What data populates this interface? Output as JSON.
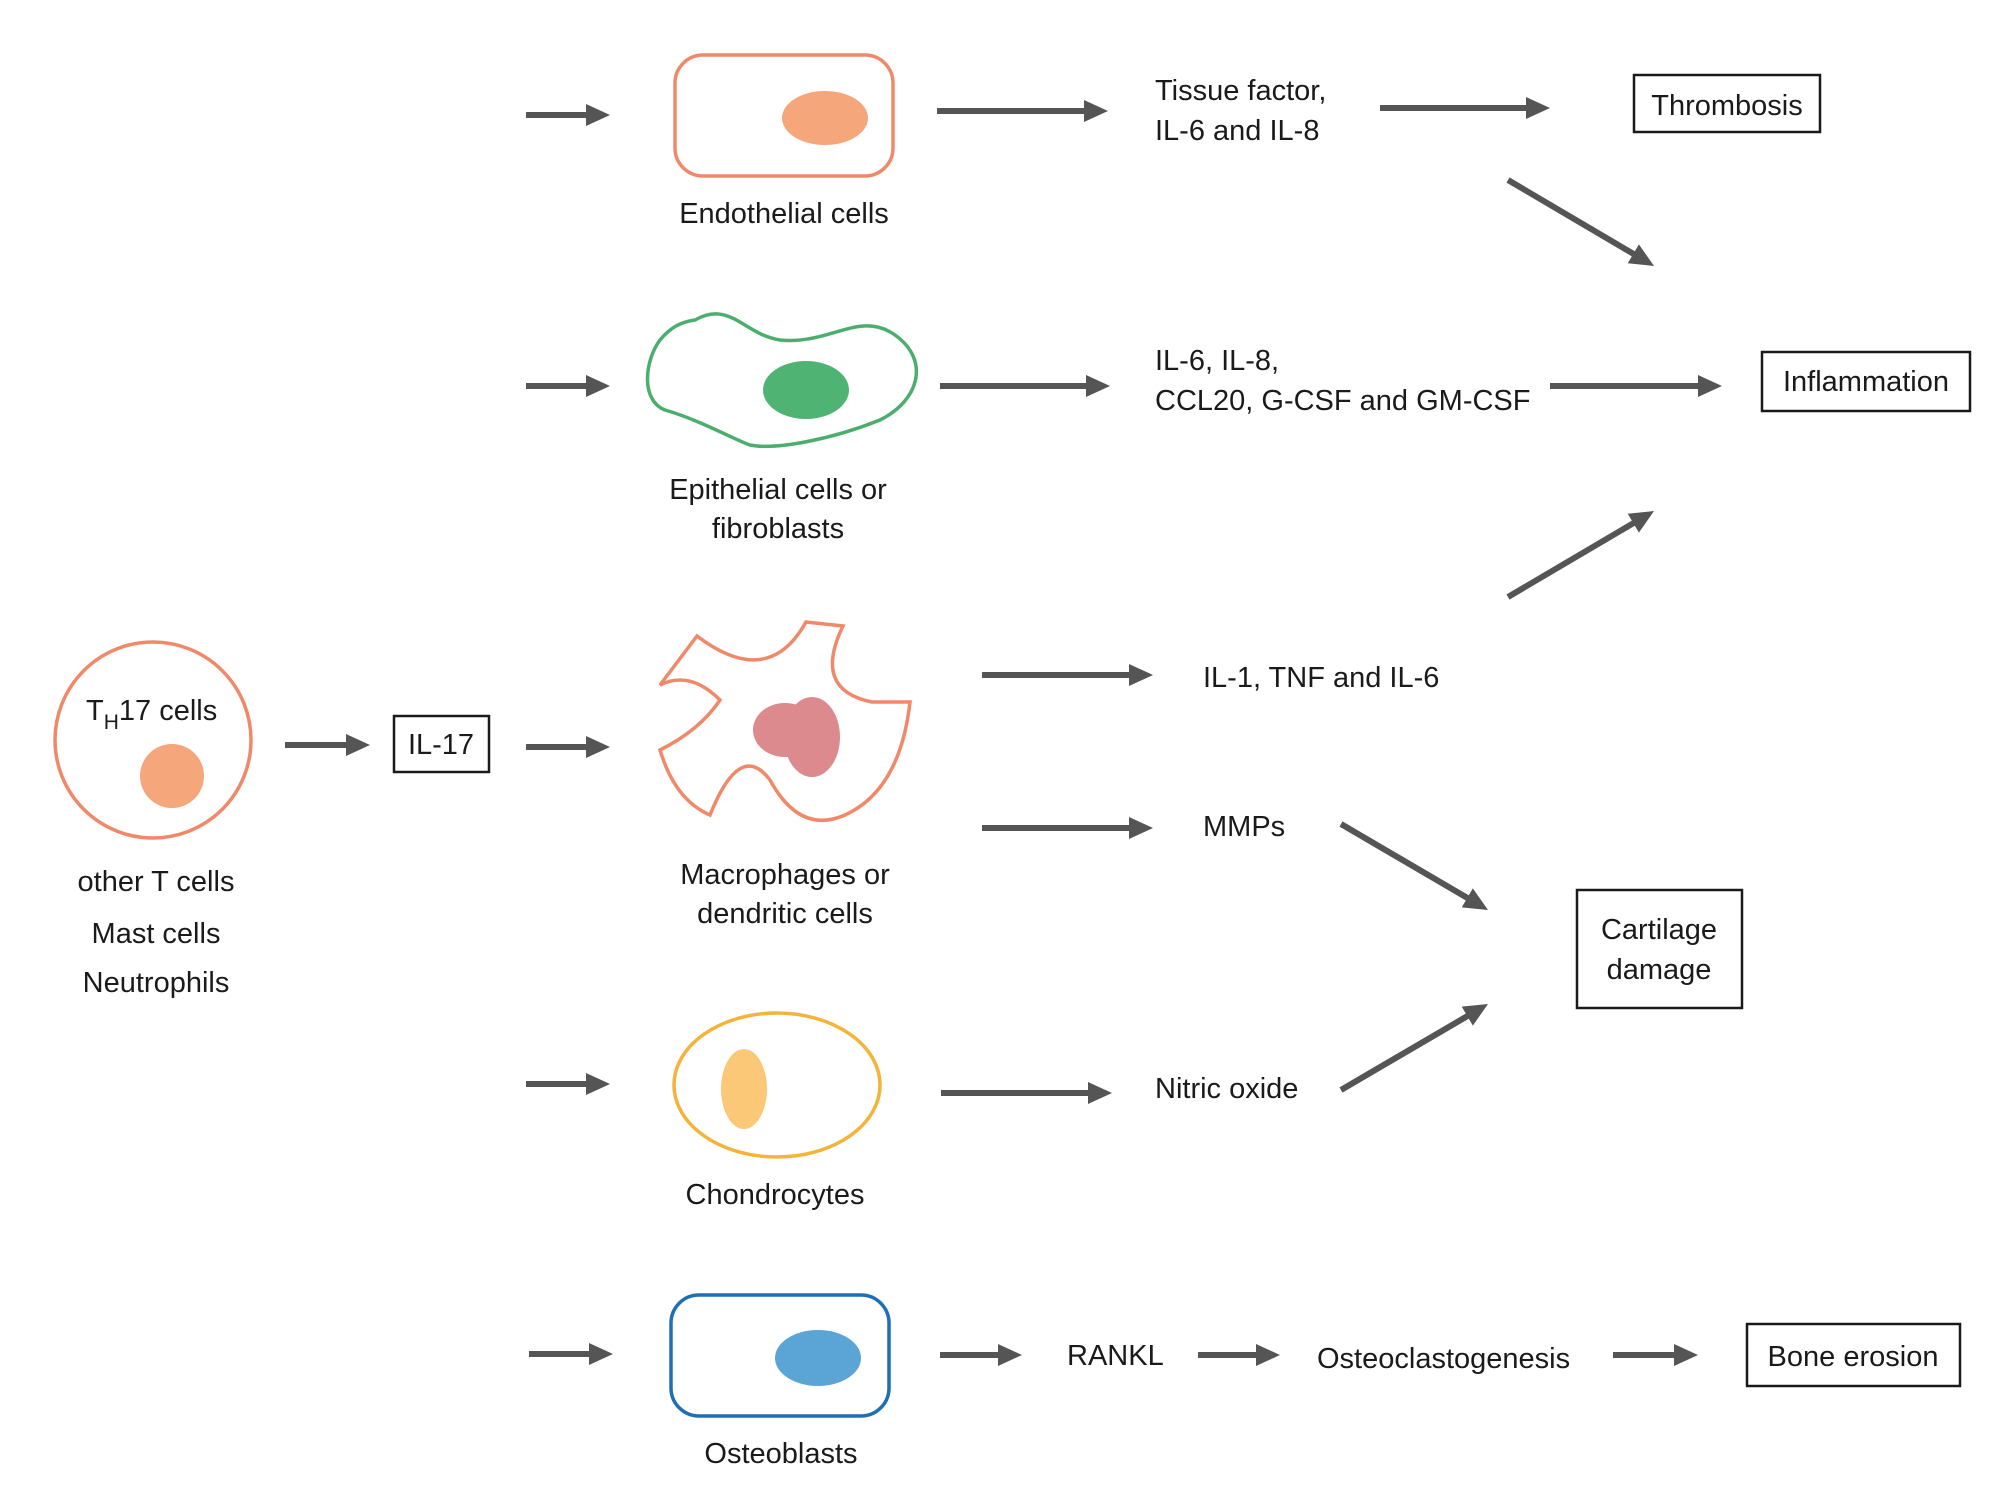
{
  "source_cells": {
    "th17_pre": "T",
    "th17_sub": "H",
    "th17_post": "17 cells",
    "other_cells": [
      "other T cells",
      "Mast cells",
      "Neutrophils"
    ]
  },
  "cytokine": "IL-17",
  "target_cells": {
    "endothelial": "Endothelial cells",
    "epithelial": [
      "Epithelial cells or",
      "fibroblasts"
    ],
    "macrophage": [
      "Macrophages or",
      "dendritic cells"
    ],
    "chondrocytes": "Chondrocytes",
    "osteoblasts": "Osteoblasts"
  },
  "mediators": {
    "endothelial": [
      "Tissue factor,",
      "IL-6 and IL-8"
    ],
    "epithelial": [
      "IL-6, IL-8,",
      "CCL20, G-CSF and GM-CSF"
    ],
    "macrophage_cytokines": "IL-1, TNF and IL-6",
    "mmps": "MMPs",
    "nitric_oxide": "Nitric oxide",
    "rankl": "RANKL",
    "osteoclastogenesis": "Osteoclastogenesis"
  },
  "outcomes": {
    "thrombosis": "Thrombosis",
    "inflammation": "Inflammation",
    "cartilage": [
      "Cartilage",
      "damage"
    ],
    "bone": "Bone erosion"
  },
  "colors": {
    "arrow": "#555555",
    "endothelial_outline": "#f0896a",
    "endothelial_nucleus": "#f5a67a",
    "epithelial_outline": "#4cae6e",
    "epithelial_nucleus": "#4fb473",
    "macrophage_outline": "#f0896a",
    "macrophage_nucleus": "#dc8a8e",
    "chondrocyte_outline": "#f4b43c",
    "chondrocyte_nucleus": "#fbc877",
    "osteoblast_outline": "#1f6fb5",
    "osteoblast_nucleus": "#5aa5d6",
    "th17_outline": "#f0896a",
    "th17_nucleus": "#f5a67a"
  }
}
